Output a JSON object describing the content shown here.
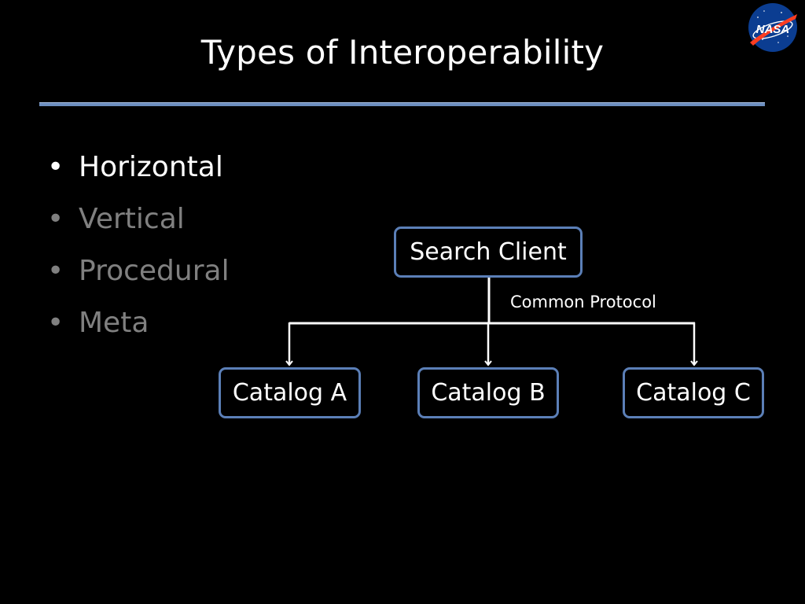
{
  "slide": {
    "title": "Types of Interoperability"
  },
  "logo": {
    "text": "NASA",
    "icon": "nasa-meatball-icon"
  },
  "bullets": {
    "marker": "•",
    "items": [
      {
        "label": "Horizontal",
        "state": "active"
      },
      {
        "label": "Vertical",
        "state": "dim"
      },
      {
        "label": "Procedural",
        "state": "dim"
      },
      {
        "label": "Meta",
        "state": "dim"
      }
    ]
  },
  "diagram": {
    "root": "Search Client",
    "edge_label": "Common Protocol",
    "children": [
      "Catalog A",
      "Catalog B",
      "Catalog C"
    ]
  },
  "colors": {
    "background": "#000000",
    "text": "#ffffff",
    "dim_text": "#808080",
    "accent": "#5b7fb7"
  }
}
